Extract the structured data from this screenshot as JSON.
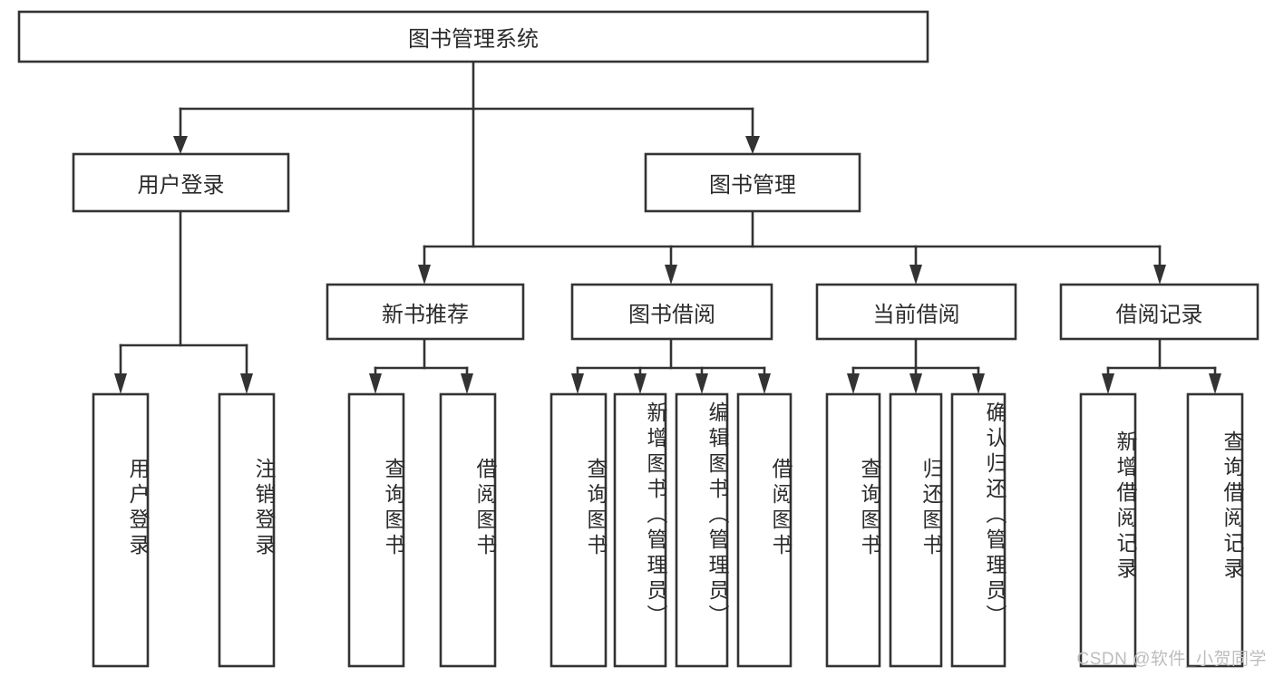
{
  "diagram": {
    "type": "tree",
    "title": "图书管理系统",
    "orientation": "top-down",
    "colors": {
      "box_stroke": "#333333",
      "box_fill": "#ffffff",
      "text": "#2b2b2b",
      "background": "#ffffff",
      "watermark": "#bdbdbd"
    },
    "root": {
      "id": "root",
      "label": "图书管理系统",
      "text_direction": "horizontal"
    },
    "level2": [
      {
        "id": "user-login",
        "label": "用户登录",
        "text_direction": "horizontal"
      },
      {
        "id": "book-management",
        "label": "图书管理",
        "text_direction": "horizontal"
      }
    ],
    "level3": [
      {
        "id": "new-book-recommend",
        "label": "新书推荐",
        "parent": "book-management",
        "text_direction": "horizontal"
      },
      {
        "id": "book-borrow",
        "label": "图书借阅",
        "parent": "book-management",
        "text_direction": "horizontal"
      },
      {
        "id": "current-borrow",
        "label": "当前借阅",
        "parent": "book-management",
        "text_direction": "horizontal"
      },
      {
        "id": "borrow-record",
        "label": "借阅记录",
        "parent": "book-management",
        "text_direction": "horizontal"
      }
    ],
    "leaves": [
      {
        "id": "leaf-user-login",
        "label": "用户登录",
        "parent": "user-login",
        "text_direction": "vertical"
      },
      {
        "id": "leaf-logout-login",
        "label": "注销登录",
        "parent": "user-login",
        "text_direction": "vertical"
      },
      {
        "id": "leaf-query-book-1",
        "label": "查询图书",
        "parent": "new-book-recommend",
        "text_direction": "vertical"
      },
      {
        "id": "leaf-borrow-book-1",
        "label": "借阅图书",
        "parent": "new-book-recommend",
        "text_direction": "vertical"
      },
      {
        "id": "leaf-query-book-2",
        "label": "查询图书",
        "parent": "book-borrow",
        "text_direction": "vertical"
      },
      {
        "id": "leaf-add-book-admin",
        "label": "新增图书（管理员）",
        "parent": "book-borrow",
        "text_direction": "vertical"
      },
      {
        "id": "leaf-edit-book-admin",
        "label": "编辑图书（管理员）",
        "parent": "book-borrow",
        "text_direction": "vertical"
      },
      {
        "id": "leaf-borrow-book-2",
        "label": "借阅图书",
        "parent": "book-borrow",
        "text_direction": "vertical"
      },
      {
        "id": "leaf-query-book-3",
        "label": "查询图书",
        "parent": "current-borrow",
        "text_direction": "vertical"
      },
      {
        "id": "leaf-return-book",
        "label": "归还图书",
        "parent": "current-borrow",
        "text_direction": "vertical"
      },
      {
        "id": "leaf-confirm-return-admin",
        "label": "确认归还（管理员）",
        "parent": "current-borrow",
        "text_direction": "vertical"
      },
      {
        "id": "leaf-add-borrow-record",
        "label": "新增借阅记录",
        "parent": "borrow-record",
        "text_direction": "vertical"
      },
      {
        "id": "leaf-query-borrow-record",
        "label": "查询借阅记录",
        "parent": "borrow-record",
        "text_direction": "vertical"
      }
    ]
  },
  "watermark": {
    "text": "CSDN @软件_小贺同学"
  }
}
